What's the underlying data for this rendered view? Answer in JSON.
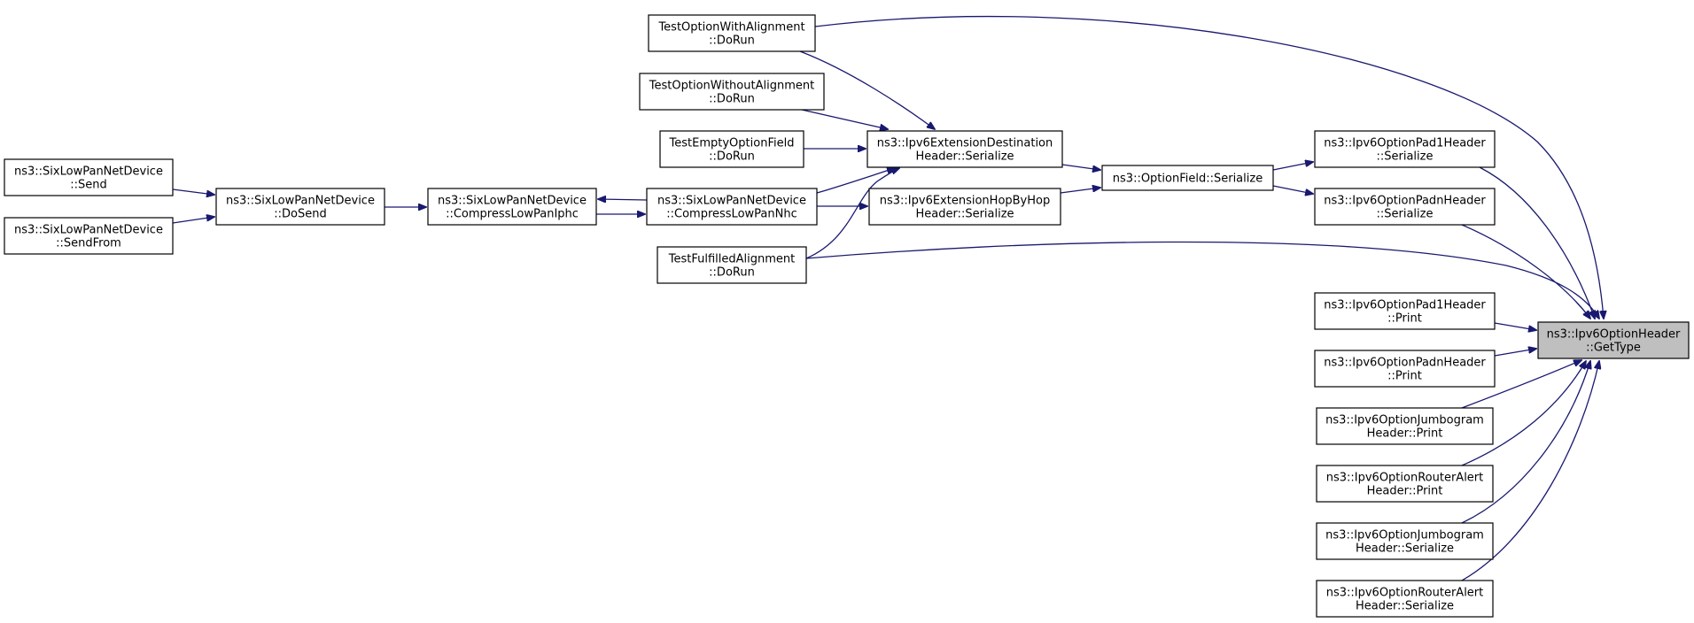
{
  "nodes": [
    {
      "id": "getType",
      "lines": [
        "ns3::Ipv6OptionHeader",
        "::GetType"
      ],
      "focus": true
    },
    {
      "id": "pad1Ser",
      "lines": [
        "ns3::Ipv6OptionPad1Header",
        "::Serialize"
      ]
    },
    {
      "id": "padnSer",
      "lines": [
        "ns3::Ipv6OptionPadnHeader",
        "::Serialize"
      ]
    },
    {
      "id": "pad1Print",
      "lines": [
        "ns3::Ipv6OptionPad1Header",
        "::Print"
      ]
    },
    {
      "id": "padnPrint",
      "lines": [
        "ns3::Ipv6OptionPadnHeader",
        "::Print"
      ]
    },
    {
      "id": "jumboPrint",
      "lines": [
        "ns3::Ipv6OptionJumbogram",
        "Header::Print"
      ]
    },
    {
      "id": "routerPrint",
      "lines": [
        "ns3::Ipv6OptionRouterAlert",
        "Header::Print"
      ]
    },
    {
      "id": "jumboSer",
      "lines": [
        "ns3::Ipv6OptionJumbogram",
        "Header::Serialize"
      ]
    },
    {
      "id": "routerSer",
      "lines": [
        "ns3::Ipv6OptionRouterAlert",
        "Header::Serialize"
      ]
    },
    {
      "id": "optionField",
      "lines": [
        "ns3::OptionField::Serialize"
      ]
    },
    {
      "id": "destSer",
      "lines": [
        "ns3::Ipv6ExtensionDestination",
        "Header::Serialize"
      ]
    },
    {
      "id": "hopSer",
      "lines": [
        "ns3::Ipv6ExtensionHopByHop",
        "Header::Serialize"
      ]
    },
    {
      "id": "testWith",
      "lines": [
        "TestOptionWithAlignment",
        "::DoRun"
      ]
    },
    {
      "id": "testWithout",
      "lines": [
        "TestOptionWithoutAlignment",
        "::DoRun"
      ]
    },
    {
      "id": "testEmpty",
      "lines": [
        "TestEmptyOptionField",
        "::DoRun"
      ]
    },
    {
      "id": "compressNhc",
      "lines": [
        "ns3::SixLowPanNetDevice",
        "::CompressLowPanNhc"
      ]
    },
    {
      "id": "testFulfilled",
      "lines": [
        "TestFulfilledAlignment",
        "::DoRun"
      ]
    },
    {
      "id": "compressIphc",
      "lines": [
        "ns3::SixLowPanNetDevice",
        "::CompressLowPanIphc"
      ]
    },
    {
      "id": "doSend",
      "lines": [
        "ns3::SixLowPanNetDevice",
        "::DoSend"
      ]
    },
    {
      "id": "send",
      "lines": [
        "ns3::SixLowPanNetDevice",
        "::Send"
      ]
    },
    {
      "id": "sendFrom",
      "lines": [
        "ns3::SixLowPanNetDevice",
        "::SendFrom"
      ]
    }
  ],
  "edges": [
    {
      "from": "testWith",
      "to": "getType"
    },
    {
      "from": "testFulfilled",
      "to": "getType"
    },
    {
      "from": "pad1Ser",
      "to": "getType"
    },
    {
      "from": "padnSer",
      "to": "getType"
    },
    {
      "from": "pad1Print",
      "to": "getType"
    },
    {
      "from": "padnPrint",
      "to": "getType"
    },
    {
      "from": "jumboPrint",
      "to": "getType"
    },
    {
      "from": "routerPrint",
      "to": "getType"
    },
    {
      "from": "jumboSer",
      "to": "getType"
    },
    {
      "from": "routerSer",
      "to": "getType"
    },
    {
      "from": "optionField",
      "to": "pad1Ser"
    },
    {
      "from": "optionField",
      "to": "padnSer"
    },
    {
      "from": "destSer",
      "to": "optionField"
    },
    {
      "from": "hopSer",
      "to": "optionField"
    },
    {
      "from": "testWith",
      "to": "destSer"
    },
    {
      "from": "testWithout",
      "to": "destSer"
    },
    {
      "from": "testEmpty",
      "to": "destSer"
    },
    {
      "from": "compressNhc",
      "to": "destSer"
    },
    {
      "from": "testFulfilled",
      "to": "destSer"
    },
    {
      "from": "compressNhc",
      "to": "hopSer"
    },
    {
      "from": "compressIphc",
      "to": "compressNhc"
    },
    {
      "from": "compressNhc",
      "to": "compressIphc"
    },
    {
      "from": "doSend",
      "to": "compressIphc"
    },
    {
      "from": "send",
      "to": "doSend"
    },
    {
      "from": "sendFrom",
      "to": "doSend"
    }
  ]
}
